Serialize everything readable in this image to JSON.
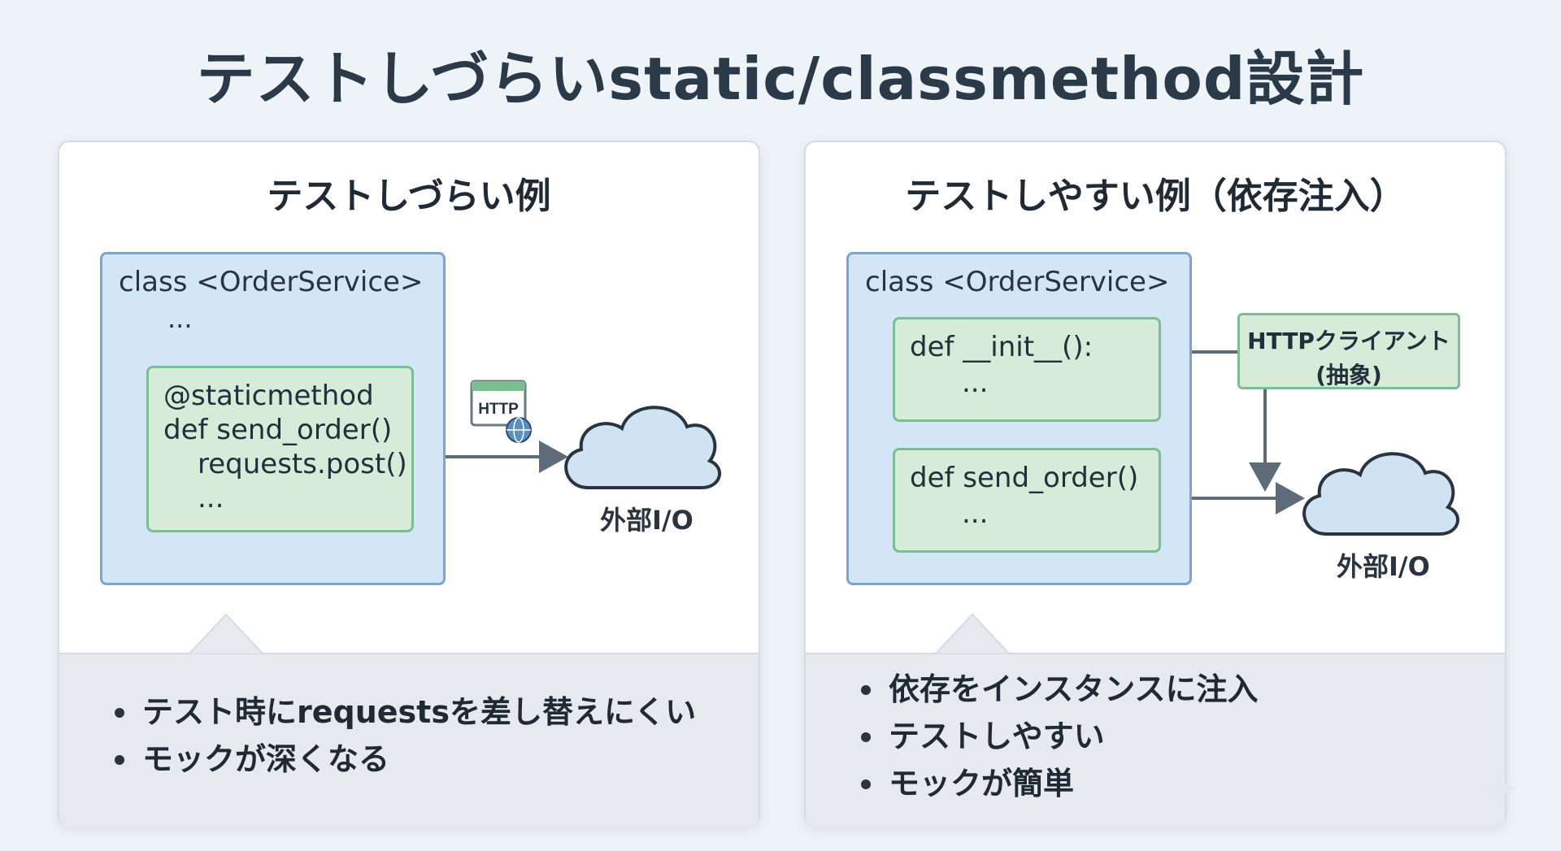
{
  "title": "テストしづらいstatic/classmethod設計",
  "left": {
    "heading": "テストしづらい例",
    "class_label": "class <OrderService>",
    "class_ellipsis": "...",
    "method_lines": [
      "@staticmethod",
      "def send_order()",
      "requests.post()",
      "..."
    ],
    "http_icon_label": "HTTP",
    "external_label": "外部I/O",
    "bullets": [
      "テスト時にrequestsを差し替えにくい",
      "モックが深くなる"
    ]
  },
  "right": {
    "heading": "テストしやすい例（依存注入）",
    "class_label": "class <OrderService>",
    "init_lines": [
      "def __init__():",
      "..."
    ],
    "send_lines": [
      "def send_order()",
      "..."
    ],
    "http_client": [
      "HTTPクライアント",
      "(抽象)"
    ],
    "external_label": "外部I/O",
    "bullets": [
      "依存をインスタンスに注入",
      "テストしやすい",
      "モックが簡単"
    ]
  },
  "colors": {
    "class_fill": "#d3e6f5",
    "class_border": "#7aa5cf",
    "method_fill": "#d6ecd8",
    "method_border": "#7cbe91",
    "arrow": "#5e6c79",
    "cloud_fill": "#cfe3f3"
  },
  "icons": [
    "http-window-icon",
    "globe-icon",
    "cloud-icon",
    "sparkle-icon"
  ]
}
